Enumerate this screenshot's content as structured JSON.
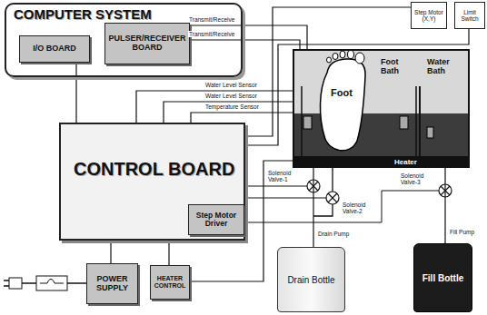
{
  "diagram": {
    "nodes": [
      {
        "text": [
          "COMPUTER SYSTEM"
        ]
      },
      {
        "text": [
          "I/O BOARD"
        ],
        "in": 0
      },
      {
        "text": [
          "PULSER/RECEIVER BOARD"
        ],
        "in": 0
      },
      {
        "text": [
          "CONTROL BOARD"
        ]
      },
      {
        "text": [
          "Step Motor Driver"
        ],
        "in": 3
      },
      {
        "text": [
          "POWER SUPPLY"
        ]
      },
      {
        "text": [
          "HEATER CONTROL"
        ]
      },
      {
        "text": [
          "Drain Bottle"
        ]
      },
      {
        "text": [
          "Fill Bottle"
        ]
      },
      {
        "text": [
          "Foot",
          "Foot Bath",
          "Water Bath",
          "Heater"
        ]
      },
      {
        "text": [
          "Step Motor (X,Y)"
        ]
      },
      {
        "text": [
          "Limit Switch"
        ]
      }
    ],
    "edges": [
      {
        "from": 1,
        "to": 3,
        "arrow": "none"
      },
      {
        "from": 2,
        "to": 9,
        "label": "Transmit/Receive",
        "arrow": "none"
      },
      {
        "from": 2,
        "to": 9,
        "label": "Transmit/Receive",
        "arrow": "none"
      },
      {
        "from": 3,
        "to": 9,
        "label": "Water Level Sensor",
        "arrow": "none"
      },
      {
        "from": 3,
        "to": 9,
        "label": "Water Level Sensor",
        "arrow": "none"
      },
      {
        "from": 3,
        "to": 9,
        "label": "Temperature Sensor",
        "arrow": "none"
      },
      {
        "from": 3,
        "to": 10,
        "arrow": "none"
      },
      {
        "from": 3,
        "to": 11,
        "arrow": "none"
      },
      {
        "from": 5,
        "to": 3,
        "arrow": "none"
      },
      {
        "from": 6,
        "to": 3,
        "arrow": "none"
      },
      {
        "from": 6,
        "to": 9,
        "arrow": "none"
      },
      {
        "from": 9,
        "to": 7,
        "label": "Drain Pump",
        "arrow": "none"
      },
      {
        "from": 8,
        "to": 9,
        "label": "Fill Pump",
        "arrow": "none"
      }
    ],
    "labels": [
      "Solenoid Valve-1",
      "Solenoid Valve-2",
      "Solenoid Valve-3"
    ]
  }
}
